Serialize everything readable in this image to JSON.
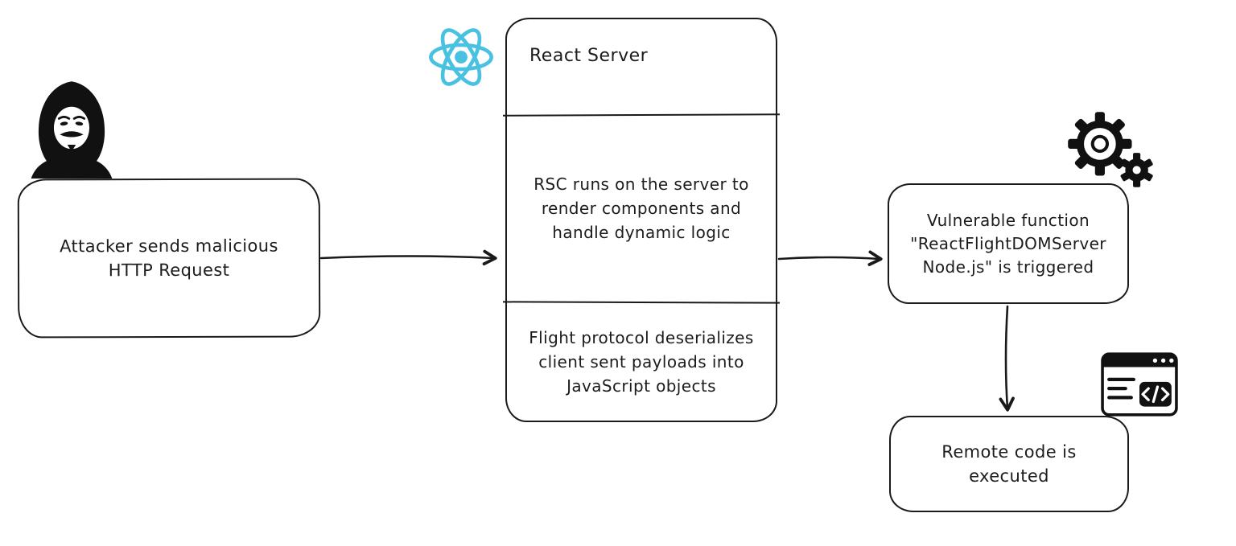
{
  "colors": {
    "stroke": "#1a1a1a",
    "react_blue": "#49c1e0",
    "background": "#ffffff"
  },
  "nodes": {
    "attacker": {
      "label": "Attacker sends malicious HTTP Request"
    },
    "react_server": {
      "title": "React Server",
      "rsc_section": "RSC runs on the server to render components and handle dynamic logic",
      "flight_section": "Flight protocol deserializes client sent payloads into JavaScript objects"
    },
    "vulnerable_function": {
      "label": "Vulnerable function \"ReactFlightDOMServer Node.js\" is triggered"
    },
    "remote_code": {
      "label": "Remote code is executed"
    }
  },
  "icons": {
    "hacker": "hooded hacker silhouette",
    "react_logo": "React atom logo",
    "gears": "two gears",
    "code_window": "browser window with code tag"
  }
}
